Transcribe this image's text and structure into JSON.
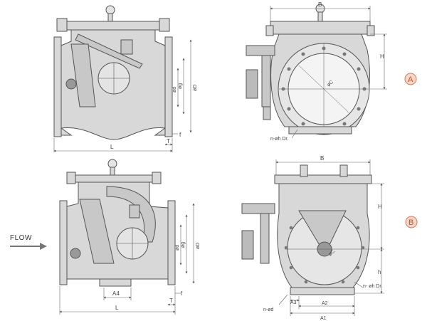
{
  "flow_label": "FLOW",
  "badges": {
    "a": "A",
    "b": "B"
  },
  "labels": {
    "top_left": {
      "L": "L",
      "T": "T",
      "f": "f",
      "d": "ød",
      "g": "øg",
      "D": "øD"
    },
    "top_right": {
      "B": "B",
      "H": "H",
      "C": "øC",
      "holes": "n-øh Dr."
    },
    "bottom_left": {
      "L": "L",
      "A4": "A4",
      "T": "T",
      "f": "f",
      "d": "ød",
      "g": "øg",
      "D": "øD"
    },
    "bottom_right": {
      "B": "B",
      "H": "H",
      "h": "h",
      "C": "øC",
      "holes": "n- øh Dr.",
      "nd": "n-ød",
      "A3": "A3",
      "A2": "A2",
      "A1": "A1"
    }
  },
  "colors": {
    "line": "#555555",
    "fill": "#d8d8d8",
    "light": "#e4e4e4",
    "badge_fill": "#f6d7c8",
    "badge_stroke": "#d97a5a",
    "badge_text": "#c0552f"
  }
}
